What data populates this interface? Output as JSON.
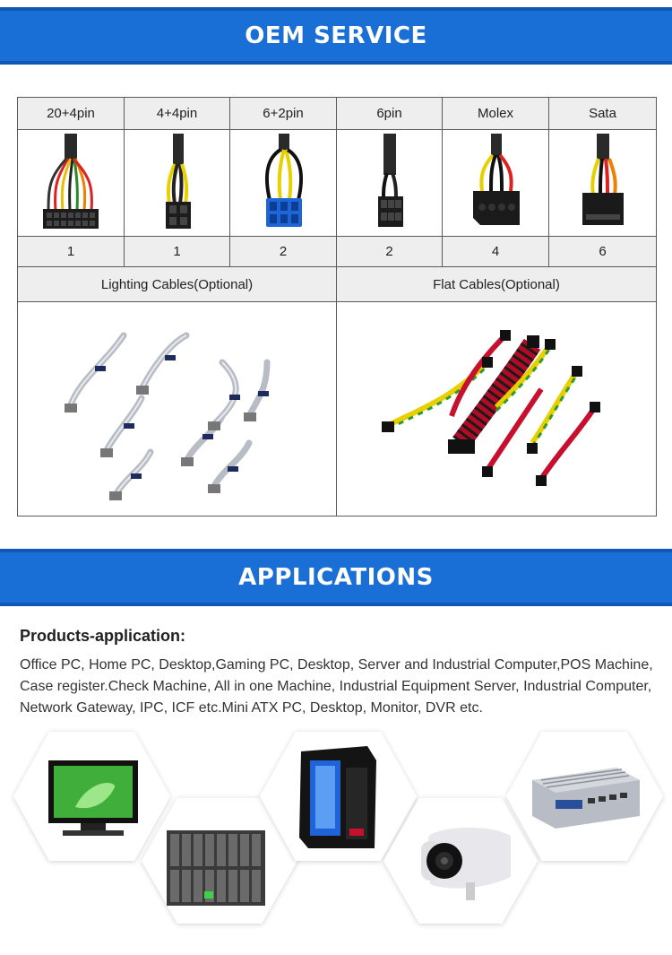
{
  "oem": {
    "title": "OEM SERVICE",
    "connectors": [
      {
        "name": "20+4pin",
        "qty": "1"
      },
      {
        "name": "4+4pin",
        "qty": "1"
      },
      {
        "name": "6+2pin",
        "qty": "2"
      },
      {
        "name": "6pin",
        "qty": "2"
      },
      {
        "name": "Molex",
        "qty": "4"
      },
      {
        "name": "Sata",
        "qty": "6"
      }
    ],
    "optional": [
      {
        "label": "Lighting Cables(Optional)"
      },
      {
        "label": "Flat Cables(Optional)"
      }
    ]
  },
  "applications": {
    "title": "APPLICATIONS",
    "heading": "Products-application:",
    "description": "Office PC, Home PC, Desktop,Gaming PC, Desktop, Server and Industrial Computer,POS Machine, Case register.Check Machine, All in one Machine, Industrial Equipment Server, Industrial Computer, Network Gateway, IPC, ICF etc.Mini ATX PC, Desktop, Monitor, DVR etc."
  },
  "colors": {
    "banner": "#1a6fd6",
    "cell_gray": "#eeeeee",
    "border": "#5a5a5a"
  }
}
